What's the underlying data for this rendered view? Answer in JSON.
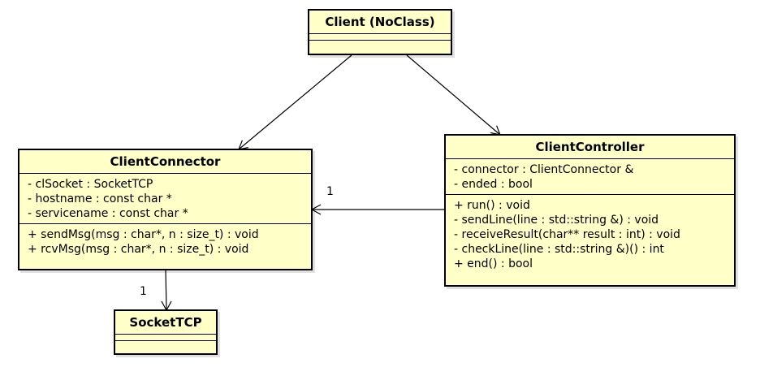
{
  "classes": {
    "client": {
      "name": "Client (NoClass)",
      "attributes": [],
      "operations": []
    },
    "connector": {
      "name": "ClientConnector",
      "attributes": [
        "- clSocket : SocketTCP",
        "- hostname : const char *",
        "- servicename : const char *"
      ],
      "operations": [
        "+ sendMsg(msg : char*, n : size_t) : void",
        "+ rcvMsg(msg : char*, n : size_t) : void"
      ]
    },
    "controller": {
      "name": "ClientController",
      "attributes": [
        "- connector : ClientConnector &",
        "- ended : bool"
      ],
      "operations": [
        "+ run() : void",
        "- sendLine(line : std::string &) : void",
        "- receiveResult(char** result : int) : void",
        "- checkLine(line : std::string &)() : int",
        "+ end() : bool"
      ]
    },
    "socket": {
      "name": "SocketTCP",
      "attributes": [],
      "operations": []
    }
  },
  "associations": {
    "controller_to_connector": {
      "multiplicity": "1"
    },
    "connector_to_socket": {
      "multiplicity": "1"
    }
  },
  "colors": {
    "class_fill": "#ffffc8",
    "line": "#000000"
  }
}
